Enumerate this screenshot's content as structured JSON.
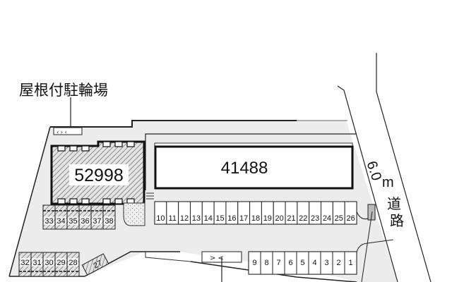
{
  "map": {
    "title": "屋根付駐輪場",
    "buildings": [
      {
        "id": "52998",
        "label": "52998",
        "style": "hatched"
      },
      {
        "id": "41488",
        "label": "41488",
        "style": "plain"
      }
    ],
    "road": {
      "width_label": "6.0",
      "unit_label": "m",
      "name_label": "道路"
    },
    "parking_row_top": [
      "10",
      "11",
      "12",
      "13",
      "14",
      "15",
      "16",
      "17",
      "18",
      "19",
      "20",
      "21",
      "22",
      "23",
      "24",
      "25",
      "26"
    ],
    "parking_row_bottom": [
      "9",
      "8",
      "7",
      "6",
      "5",
      "4",
      "3",
      "2",
      "1"
    ],
    "parking_left_upper": [
      "33",
      "34",
      "35",
      "36",
      "37",
      "38"
    ],
    "parking_left_lower": [
      "32",
      "31",
      "30",
      "29",
      "28"
    ],
    "parking_angled": "27",
    "colors": {
      "lot": "#ececec",
      "line": "#111111",
      "hatch": "#9a9a9a",
      "white": "#ffffff"
    }
  }
}
